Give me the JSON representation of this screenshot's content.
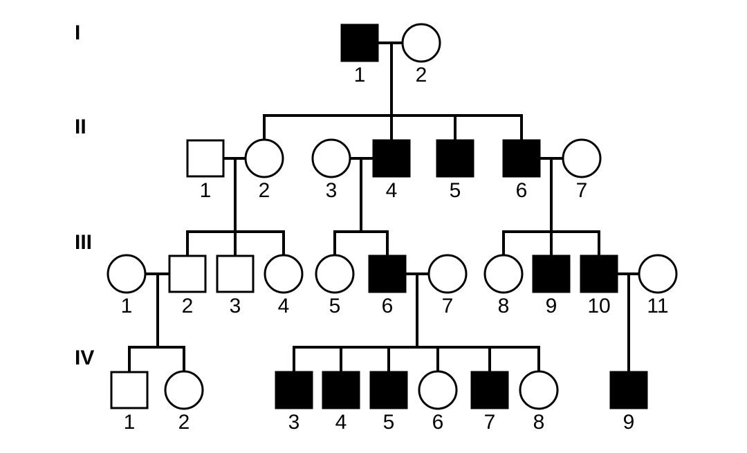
{
  "generations": [
    {
      "label": "I",
      "individuals": [
        {
          "id": "1",
          "sex": "male",
          "affected": true
        },
        {
          "id": "2",
          "sex": "female",
          "affected": false
        }
      ]
    },
    {
      "label": "II",
      "individuals": [
        {
          "id": "1",
          "sex": "male",
          "affected": false
        },
        {
          "id": "2",
          "sex": "female",
          "affected": false
        },
        {
          "id": "3",
          "sex": "female",
          "affected": false
        },
        {
          "id": "4",
          "sex": "male",
          "affected": true
        },
        {
          "id": "5",
          "sex": "male",
          "affected": true
        },
        {
          "id": "6",
          "sex": "male",
          "affected": true
        },
        {
          "id": "7",
          "sex": "female",
          "affected": false
        }
      ]
    },
    {
      "label": "III",
      "individuals": [
        {
          "id": "1",
          "sex": "female",
          "affected": false
        },
        {
          "id": "2",
          "sex": "male",
          "affected": false
        },
        {
          "id": "3",
          "sex": "male",
          "affected": false
        },
        {
          "id": "4",
          "sex": "female",
          "affected": false
        },
        {
          "id": "5",
          "sex": "female",
          "affected": false
        },
        {
          "id": "6",
          "sex": "male",
          "affected": true
        },
        {
          "id": "7",
          "sex": "female",
          "affected": false
        },
        {
          "id": "8",
          "sex": "female",
          "affected": false
        },
        {
          "id": "9",
          "sex": "male",
          "affected": true
        },
        {
          "id": "10",
          "sex": "male",
          "affected": true
        },
        {
          "id": "11",
          "sex": "female",
          "affected": false
        }
      ]
    },
    {
      "label": "IV",
      "individuals": [
        {
          "id": "1",
          "sex": "male",
          "affected": false
        },
        {
          "id": "2",
          "sex": "female",
          "affected": false
        },
        {
          "id": "3",
          "sex": "male",
          "affected": true
        },
        {
          "id": "4",
          "sex": "male",
          "affected": true
        },
        {
          "id": "5",
          "sex": "male",
          "affected": true
        },
        {
          "id": "6",
          "sex": "female",
          "affected": false
        },
        {
          "id": "7",
          "sex": "male",
          "affected": true
        },
        {
          "id": "8",
          "sex": "female",
          "affected": false
        },
        {
          "id": "9",
          "sex": "male",
          "affected": true
        }
      ]
    }
  ],
  "colors": {
    "affected": "#000000",
    "unaffected": "#ffffff",
    "line": "#000000"
  }
}
